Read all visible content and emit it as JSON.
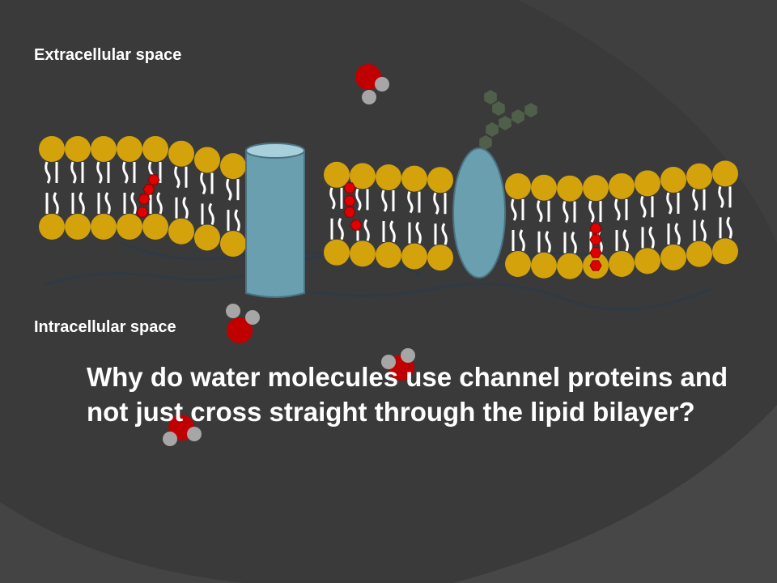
{
  "labels": {
    "extracellular": "Extracellular space",
    "intracellular": "Intracellular space"
  },
  "question": "Why do water molecules use channel proteins and not just cross straight through the lipid bilayer?",
  "colors": {
    "background": "#3a3a3a",
    "lipid_head": "#d4a20a",
    "lipid_tail": "#ffffff",
    "protein": "#6a9fb0",
    "oxygen": "#c00000",
    "hydrogen": "#a6a6a6",
    "cholesterol": "#e00000",
    "carbohydrate": "#4f5f4a",
    "text": "#ffffff"
  },
  "icons": [
    "water-molecule-icon",
    "channel-protein-icon",
    "glycoprotein-icon",
    "cholesterol-icon",
    "phospholipid-icon"
  ]
}
